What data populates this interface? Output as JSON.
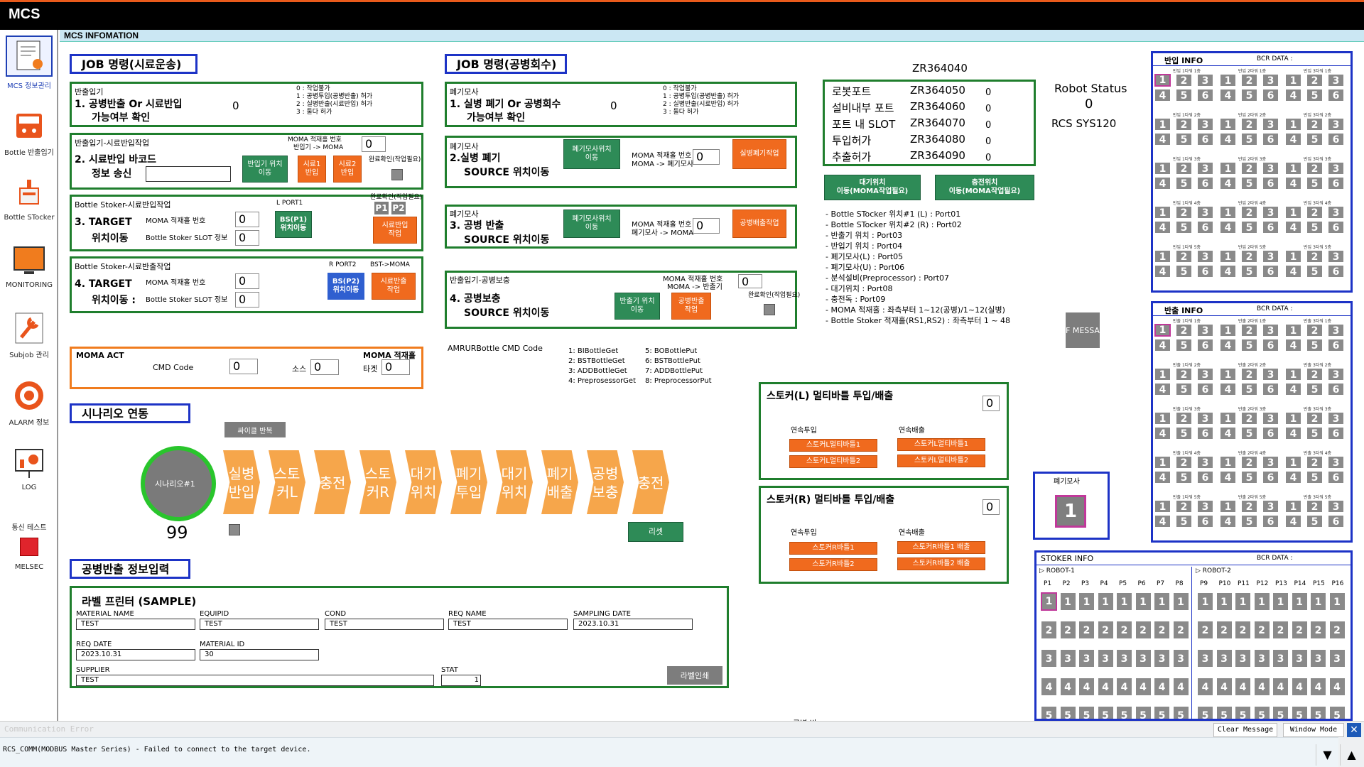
{
  "app": {
    "title": "MCS",
    "subtitle": "MCS INFOMATION"
  },
  "sidebar": {
    "items": [
      {
        "label": "MCS 정보관리",
        "icon": "document-edit-icon"
      },
      {
        "label": "Bottle 반출입기",
        "icon": "machine-icon"
      },
      {
        "label": "Bottle STocker",
        "icon": "stocker-icon"
      },
      {
        "label": "MONITORING",
        "icon": "monitor-icon"
      },
      {
        "label": "Subjob 관리",
        "icon": "wrench-icon"
      },
      {
        "label": "ALARM 정보",
        "icon": "alarm-icon"
      },
      {
        "label": "LOG",
        "icon": "chart-board-icon"
      },
      {
        "label": "통신 테스트",
        "icon": "none"
      },
      {
        "label": "MELSEC",
        "icon": "red-square-icon"
      }
    ]
  },
  "job1": {
    "header": "JOB 명령(시료운송)",
    "box1": {
      "title": "반출입기",
      "line1": "1. 공병반출 Or 시료반입",
      "line2": "가능여부 확인",
      "value": "0",
      "legend": [
        "0 : 작업불가",
        "1 : 공병투입(공병반출) 허가",
        "2 : 실병반출(시료반입) 허가",
        "3 : 둘다 허가"
      ]
    },
    "box2": {
      "title": "반출입기-시료반입작업",
      "line1": "2. 시료반입 바코드",
      "line2": "정보 송신",
      "moma_label": "MOMA 적재홀 번호",
      "moma_sub1": "반입기 -> MOMA",
      "moma_value": "0",
      "btn_pos": "반입기 위치\n이동",
      "btn1": "시료1\n반입",
      "btn2": "시료2\n반입",
      "confirm": "완료확인(작업필요)"
    },
    "box3": {
      "title": "Bottle Stoker-시료반입작업",
      "line1": "3. TARGET",
      "line2": "위치이동",
      "moma_label": "MOMA 적재홀 번호",
      "slot_label": "Bottle Stoker SLOT 정보",
      "moma_value": "0",
      "slot_value": "0",
      "port_label": "L PORT1",
      "port_btn": "BS(P1)\n위치이동",
      "confirm": "완료확인(작업필요)",
      "p1": "P1",
      "p2": "P2",
      "btn": "시료반입\n작업"
    },
    "box4": {
      "title": "Bottle Stoker-시료반출작업",
      "line1": "4. TARGET",
      "line2": "위치이동 :",
      "moma_label": "MOMA 적재홀 번호",
      "slot_label": "Bottle Stoker SLOT 정보",
      "moma_value": "0",
      "slot_value": "0",
      "port_label": "R PORT2",
      "port_label2": "BST->MOMA",
      "port_btn": "BS(P2)\n위치이동",
      "btn": "시료반출\n작업"
    },
    "act": {
      "title": "MOMA ACT",
      "cmd_label": "CMD Code",
      "cmd_value": "0",
      "src_label": "소스",
      "src_value": "0",
      "moma_label": "MOMA 적재홀",
      "target_label": "타겟",
      "target_value": "0"
    }
  },
  "job2": {
    "header": "JOB 명령(공병회수)",
    "box1": {
      "title": "폐기모사",
      "line1": "1. 실병 폐기 Or 공병회수",
      "line2": "가능여부 확인",
      "value": "0",
      "legend": [
        "0 : 작업불가",
        "1 : 공병투입(공병반출) 허가",
        "2 : 실병반출(시료반입) 허가",
        "3 : 둘다 허가"
      ]
    },
    "box2": {
      "title": "폐기모사",
      "line1": "2.실병 폐기",
      "line2": "SOURCE 위치이동",
      "btn_pos": "폐기모사위치\n이동",
      "moma_label": "MOMA 적재홀 번호",
      "moma_sub": "MOMA -> 폐기모사",
      "moma_value": "0",
      "btn": "실병폐기작업"
    },
    "box3": {
      "title": "폐기모사",
      "line1": "3. 공병 반출",
      "line2": "SOURCE 위치이동",
      "btn_pos": "폐기모사위치\n이동",
      "moma_label": "MOMA 적재홀 번호",
      "moma_sub": "폐기모사 -> MOMA",
      "moma_value": "0",
      "btn": "공병배출작업"
    },
    "box4": {
      "title": "반출입기-공병보충",
      "line1": "4. 공병보충",
      "line2": "SOURCE 위치이동",
      "btn_pos": "반출기 위치\n이동",
      "moma_label": "MOMA 적재홀 번호",
      "moma_sub": "MOMA -> 반출기",
      "moma_value": "0",
      "btn": "공병반출\n작업",
      "confirm": "완료확인(작업필요)"
    },
    "cmd_title": "AMRURBottle CMD Code",
    "cmd_left": [
      "1: BIBottleGet",
      "2: BSTBottleGet",
      "3: ADDBottleGet",
      "4: PreprosessorGet"
    ],
    "cmd_right": [
      "5: BOBottlePut",
      "6: BSTBottlePut",
      "7: ADDBottlePut",
      "8: PreprocessorPut"
    ]
  },
  "robot": {
    "top_code": "ZR364040",
    "rows": [
      {
        "label": "로봇포트",
        "code": "ZR364050",
        "val": "0"
      },
      {
        "label": "설비내부 포트",
        "code": "ZR364060",
        "val": "0"
      },
      {
        "label": "포트 내 SLOT",
        "code": "ZR364070",
        "val": "0"
      },
      {
        "label": "투입허가",
        "code": "ZR364080",
        "val": "0"
      },
      {
        "label": "추출허가",
        "code": "ZR364090",
        "val": "0"
      }
    ],
    "status_title": "Robot Status",
    "status_value": "0",
    "sys": "RCS SYS120",
    "btn_wait": "대기위치\n이동(MOMA작업필요)",
    "btn_charge": "충전위치\n이동(MOMA작업필요)",
    "notes": [
      "- Bottle STocker 위치#1 (L) : Port01",
      "- Bottle STocker 위치#2 (R) : Port02",
      "- 반출기 위치 : Port03",
      "- 반입기 위치 : Port04",
      "- 폐기모사(L) : Port05",
      "- 폐기모사(U) : Port06",
      "- 분석설비(Preprocessor) : Port07",
      "- 대기위치 : Port08",
      "- 충전독 : Port09",
      "- MOMA 적재홀 : 좌측부터 1~12(공병)/1~12(실병)",
      "- Bottle Stoker 적재홀(RS1,RS2) : 좌측부터 1 ~ 48"
    ],
    "msg_btn": "F MESSA"
  },
  "scenario": {
    "header": "시나리오 연동",
    "repeat_btn": "싸이클 반복",
    "circle_label": "시나리오#1",
    "count": "99",
    "steps": [
      [
        "실병",
        "반입"
      ],
      [
        "스토",
        "커L"
      ],
      [
        "충전",
        ""
      ],
      [
        "스토",
        "커R"
      ],
      [
        "대기",
        "위치"
      ],
      [
        "폐기",
        "투입"
      ],
      [
        "대기",
        "위치"
      ],
      [
        "폐기",
        "배출"
      ],
      [
        "공병",
        "보충"
      ],
      [
        "충전",
        ""
      ]
    ],
    "reset_btn": "리셋"
  },
  "stockerL": {
    "title": "스토커(L) 멀티바틀 투입/배출",
    "value": "0",
    "in_label": "연속투입",
    "out_label": "연속배출",
    "in1": "스토커L멀티바틀1",
    "in2": "스토커L멀티바틀2",
    "out1": "스토커L멀티바틀1",
    "out2": "스토커L멀티바틀2"
  },
  "stockerR": {
    "title": "스토커(R) 멀티바틀 투입/배출",
    "value": "0",
    "in_label": "연속투입",
    "out_label": "연속배출",
    "in1": "스토커R바틀1",
    "in2": "스토커R바틀2",
    "out1": "스토커R바틀1 배출",
    "out2": "스토커R바틀2 배출"
  },
  "label_print": {
    "header": "공병반출 정보입력",
    "title": "라벨 프린터 (SAMPLE)",
    "fields": {
      "material_name": {
        "label": "MATERIAL NAME",
        "value": "TEST"
      },
      "equipid": {
        "label": "EQUIPID",
        "value": "TEST"
      },
      "cond": {
        "label": "COND",
        "value": "TEST"
      },
      "req_name": {
        "label": "REQ NAME",
        "value": "TEST"
      },
      "sampling_date": {
        "label": "SAMPLING DATE",
        "value": "2023.10.31"
      },
      "req_date": {
        "label": "REQ DATE",
        "value": "2023.10.31"
      },
      "material_id": {
        "label": "MATERIAL ID",
        "value": "30"
      },
      "supplier": {
        "label": "SUPPLIER",
        "value": "TEST"
      },
      "stat": {
        "label": "STAT",
        "value": "1"
      }
    },
    "print_btn": "라벨인쇄"
  },
  "waste": {
    "title": "폐기모사",
    "value": "1"
  },
  "in_info": {
    "title": "반입 INFO",
    "bcr": "BCR DATA :",
    "selected": [
      0,
      0,
      0
    ]
  },
  "out_info": {
    "title": "반출 INFO",
    "bcr": "BCR DATA :"
  },
  "grid_labels": {
    "rows": [
      "1층",
      "2층",
      "3층",
      "4층",
      "5층"
    ],
    "cols": [
      "반입 1타워",
      "반입 2타워",
      "반입 3타워"
    ],
    "out_cols": [
      "반출 1타워",
      "반출 2타워",
      "반출 3타워"
    ]
  },
  "stoker_info": {
    "title": "STOKER INFO",
    "bcr": "BCR DATA :",
    "robot1": "ROBOT-1",
    "robot2": "ROBOT-2",
    "ports1": [
      "P1",
      "P2",
      "P3",
      "P4",
      "P5",
      "P6",
      "P7",
      "P8"
    ],
    "ports2": [
      "P9",
      "P10",
      "P11",
      "P12",
      "P13",
      "P14",
      "P15",
      "P16"
    ]
  },
  "status": {
    "error_title": "Communication Error",
    "message": "RCS_COMM(MODBUS Master Series) - Failed to connect to the target device.",
    "clear_btn": "Clear Message",
    "window_btn": "Window Mode",
    "faded_text": "공병 바"
  }
}
